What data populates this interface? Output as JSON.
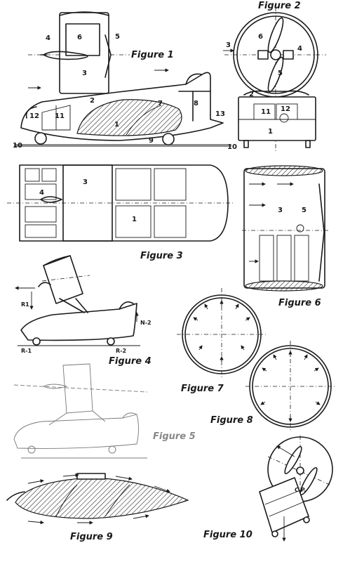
{
  "figures": {
    "fig1": {
      "caption": "Figure 1",
      "labels": [
        "4",
        "6",
        "5",
        "3",
        "2",
        "7",
        "8",
        "12",
        "11",
        "1",
        "13",
        "10",
        "9"
      ]
    },
    "fig2": {
      "caption": "Figure 2",
      "labels": [
        "6",
        "3",
        "4",
        "5",
        "2",
        "11",
        "12",
        "1",
        "10"
      ]
    },
    "fig3": {
      "caption": "Figure 3",
      "labels": [
        "3",
        "4",
        "1"
      ]
    },
    "fig4": {
      "caption": "Figure 4",
      "labels": [
        "R1",
        "N-2",
        "R-1",
        "R-2"
      ]
    },
    "fig5": {
      "caption": "Figure 5"
    },
    "fig6": {
      "caption": "Figure 6",
      "labels": [
        "3",
        "5"
      ]
    },
    "fig7": {
      "caption": "Figure 7"
    },
    "fig8": {
      "caption": "Figure 8"
    },
    "fig9": {
      "caption": "Figure 9"
    },
    "fig10": {
      "caption": "Figure 10",
      "labels": [
        "C.P."
      ]
    }
  },
  "colors": {
    "ink": "#1a1a1a",
    "paper": "#ffffff"
  }
}
